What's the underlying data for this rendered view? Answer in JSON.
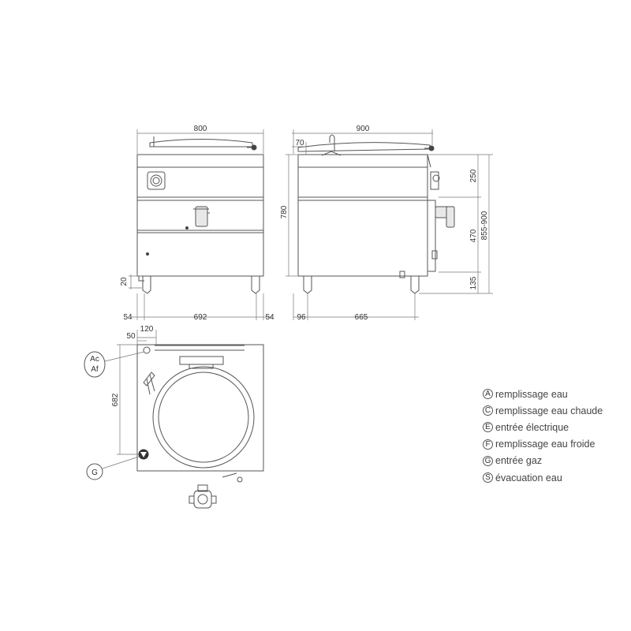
{
  "front_view": {
    "width": "800",
    "clearance": "20",
    "leg_offset_left": "54",
    "leg_span": "692",
    "leg_offset_right": "54"
  },
  "side_view": {
    "depth": "900",
    "back_offset": "70",
    "height": "780",
    "upper_section": "250",
    "lower_section": "470",
    "leg_height": "135",
    "total_height": "855-900",
    "leg_offset": "96",
    "leg_span": "665"
  },
  "top_view": {
    "offset_120": "120",
    "offset_50": "50",
    "depth_682": "682",
    "callout_ac": "Ac",
    "callout_af": "Af",
    "callout_g": "G"
  },
  "legend": [
    {
      "letter": "A",
      "label": "remplissage eau"
    },
    {
      "letter": "C",
      "label": "remplissage eau chaude"
    },
    {
      "letter": "E",
      "label": "entrée électrique"
    },
    {
      "letter": "F",
      "label": "remplissage eau froide"
    },
    {
      "letter": "G",
      "label": "entrée gaz"
    },
    {
      "letter": "S",
      "label": "évacuation eau"
    }
  ]
}
